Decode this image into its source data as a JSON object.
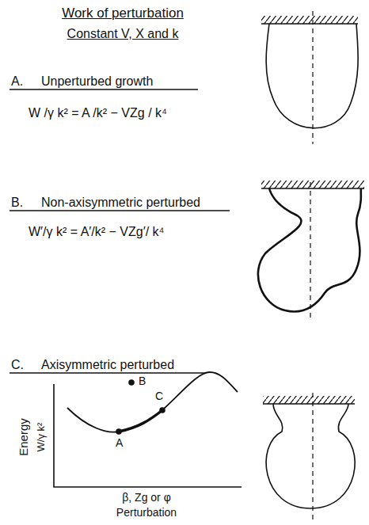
{
  "diagram": {
    "title": "Work of perturbation",
    "labels": [
      "Constant V, X and k",
      "A.",
      "Unperturbed growth",
      "W /γ k² = A /k² − VZg / k⁴",
      "B.",
      "Non-axisymmetric perturbed",
      "W′/γ k² = A′/k² − VZg′/ k⁴",
      "C.",
      "Axisymmetric perturbed",
      "Energy",
      "W/γ k²",
      "A",
      "C",
      "B",
      "β, Zg or φ",
      "Perturbation"
    ]
  }
}
